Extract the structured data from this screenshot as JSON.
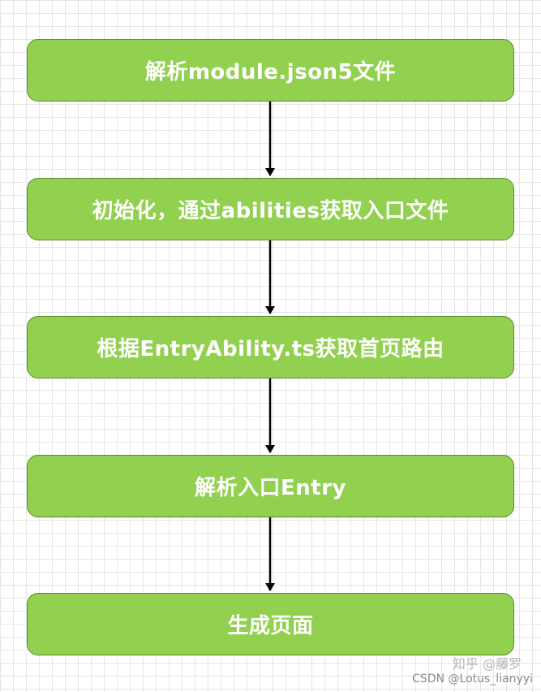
{
  "steps": [
    "解析module.json5文件",
    "初始化，通过abilities获取入口文件",
    "根据EntryAbility.ts获取首页路由",
    "解析入口Entry",
    "生成页面"
  ],
  "watermark": {
    "zhihu": "知乎 @藤罗",
    "csdn": "CSDN @Lotus_lianyyi"
  },
  "colors": {
    "box_fill": "#92d050",
    "box_border": "#5c8a2b",
    "arrow": "#000000"
  }
}
